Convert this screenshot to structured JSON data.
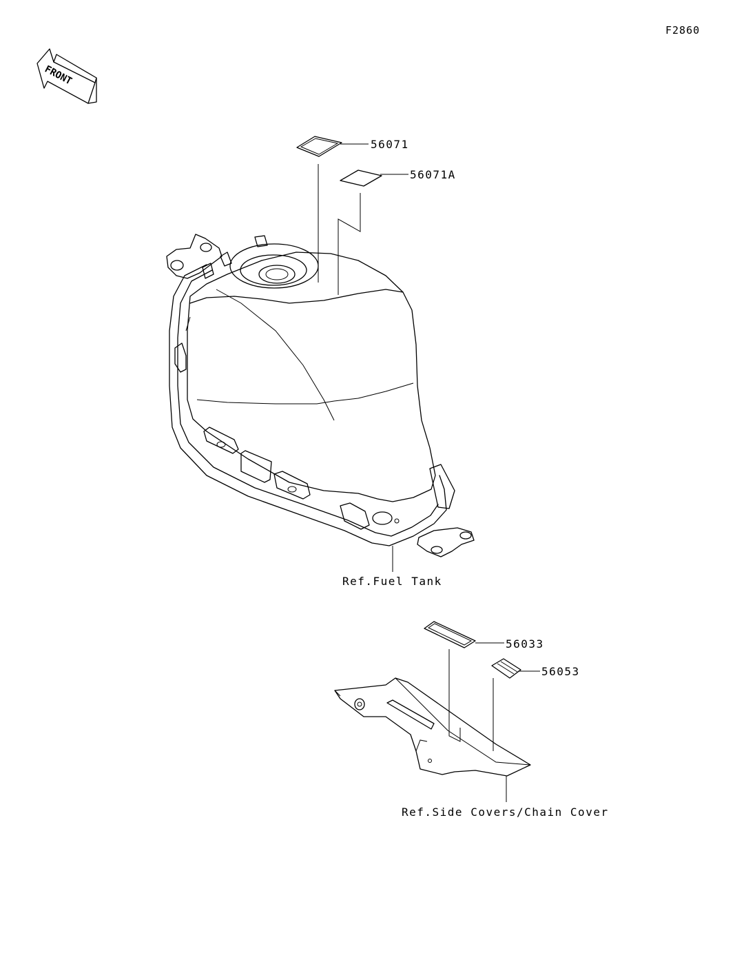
{
  "figure_code": "F2860",
  "front_arrow": {
    "text": "FRONT",
    "icon": "front-direction-arrow-icon"
  },
  "parts": [
    {
      "number": "56071",
      "name": "label-56071"
    },
    {
      "number": "56071A",
      "name": "label-56071A"
    },
    {
      "number": "56033",
      "name": "label-56033"
    },
    {
      "number": "56053",
      "name": "label-56053"
    }
  ],
  "references": {
    "fuel_tank": "Ref.Fuel Tank",
    "chain_cover": "Ref.Side Covers/Chain Cover"
  }
}
